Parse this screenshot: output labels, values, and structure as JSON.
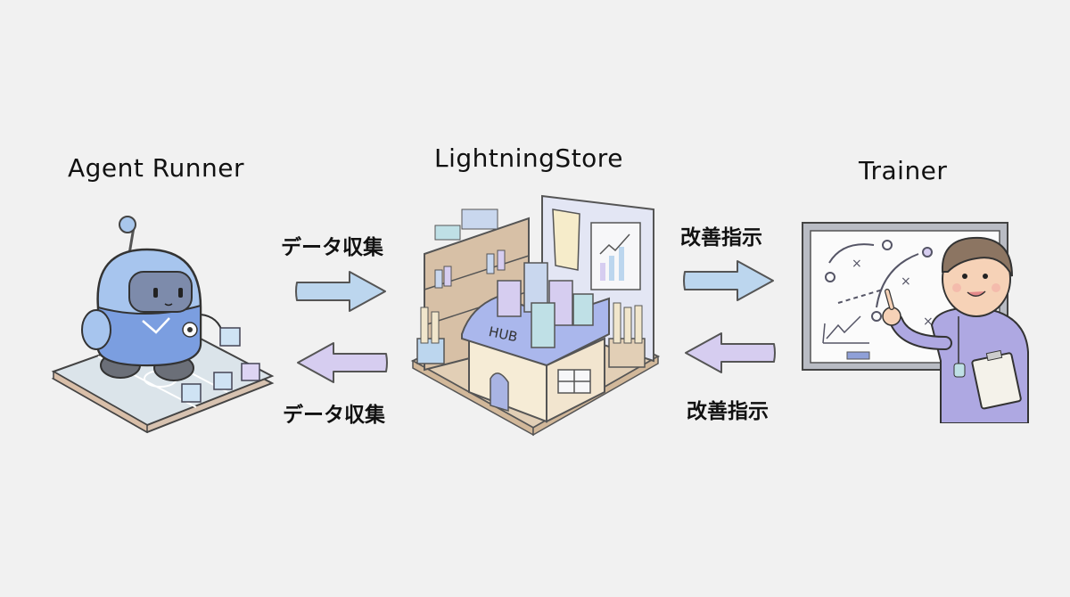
{
  "nodes": {
    "agent_runner": {
      "title": "Agent Runner"
    },
    "lightning_store": {
      "title": "LightningStore",
      "hub_sign": "HUB"
    },
    "trainer": {
      "title": "Trainer"
    }
  },
  "flows": {
    "runner_to_store": {
      "label": "データ収集",
      "direction": "right",
      "color": "#bcd6ee"
    },
    "store_to_runner": {
      "label": "データ収集",
      "direction": "left",
      "color": "#d6cdf0"
    },
    "store_to_trainer": {
      "label": "改善指示",
      "direction": "right",
      "color": "#bcd6ee"
    },
    "trainer_to_store": {
      "label": "改善指示",
      "direction": "left",
      "color": "#d6cdf0"
    }
  }
}
